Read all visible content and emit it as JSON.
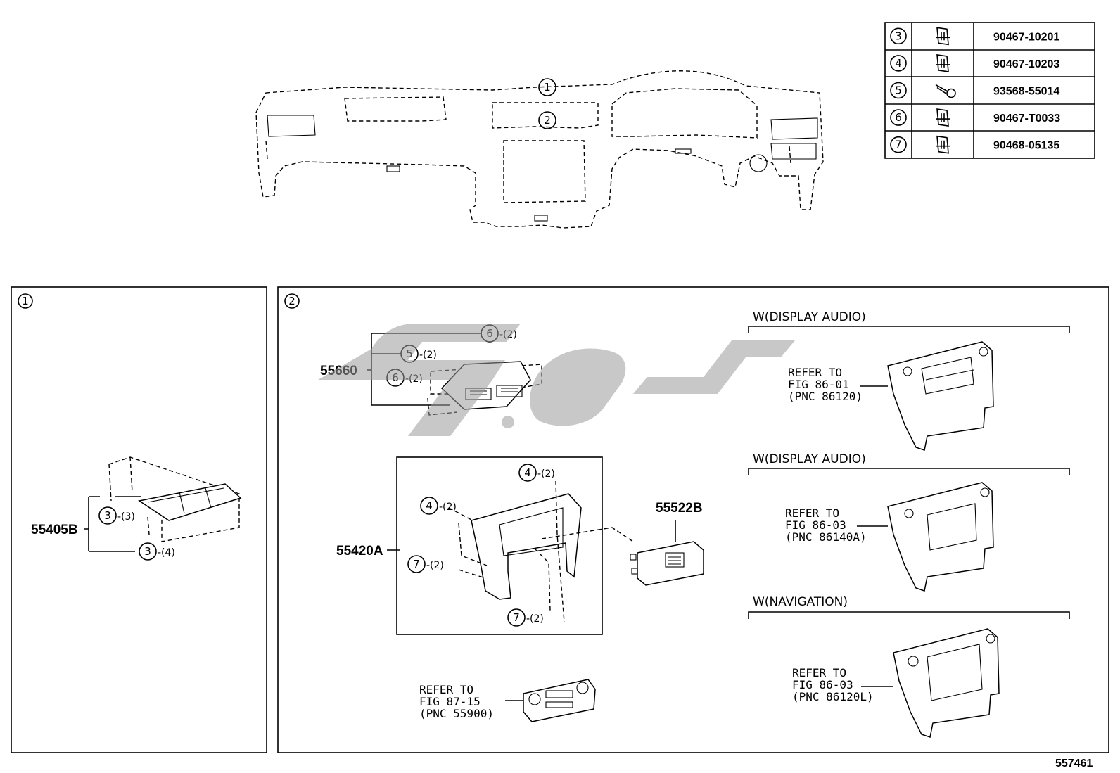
{
  "diagram_id": "557461",
  "fastener_table": [
    {
      "ref": "3",
      "part_no": "90467-10201",
      "icon": "clip-icon"
    },
    {
      "ref": "4",
      "part_no": "90467-10203",
      "icon": "clip-icon"
    },
    {
      "ref": "5",
      "part_no": "93568-55014",
      "icon": "screw-icon"
    },
    {
      "ref": "6",
      "part_no": "90467-T0033",
      "icon": "clip-icon"
    },
    {
      "ref": "7",
      "part_no": "90468-05135",
      "icon": "clip-icon"
    }
  ],
  "top_callouts": [
    "1",
    "2"
  ],
  "panel1": {
    "tag": "1",
    "part": "55405B",
    "callouts": [
      {
        "ref": "3",
        "qty": "-(3)"
      },
      {
        "ref": "3",
        "qty": "-(4)"
      }
    ]
  },
  "panel2": {
    "tag": "2",
    "vent": {
      "part": "55660",
      "callouts": [
        {
          "ref": "6",
          "qty": "-(2)"
        },
        {
          "ref": "5",
          "qty": "-(2)"
        },
        {
          "ref": "6",
          "qty": "-(2)"
        }
      ]
    },
    "bezel": {
      "part": "55420A",
      "callouts": [
        {
          "ref": "4",
          "qty": "-(2)"
        },
        {
          "ref": "4",
          "qty": "-(2)"
        },
        {
          "ref": "7",
          "qty": "-(2)"
        },
        {
          "ref": "7",
          "qty": "-(2)"
        }
      ]
    },
    "switch_part": "55522B",
    "climate_ref": [
      "REFER TO",
      "FIG 87-15",
      "(PNC 55900)"
    ],
    "variants": [
      {
        "header": "W(DISPLAY AUDIO)",
        "ref": [
          "REFER TO",
          "FIG 86-01",
          "(PNC 86120)"
        ]
      },
      {
        "header": "W(DISPLAY AUDIO)",
        "ref": [
          "REFER TO",
          "FIG 86-03",
          "(PNC 86140A)"
        ]
      },
      {
        "header": "W(NAVIGATION)",
        "ref": [
          "REFER TO",
          "FIG 86-03",
          "(PNC 86120L)"
        ]
      }
    ]
  },
  "colors": {
    "line": "#000000",
    "background": "#ffffff",
    "watermark": "#9a9a9a"
  }
}
